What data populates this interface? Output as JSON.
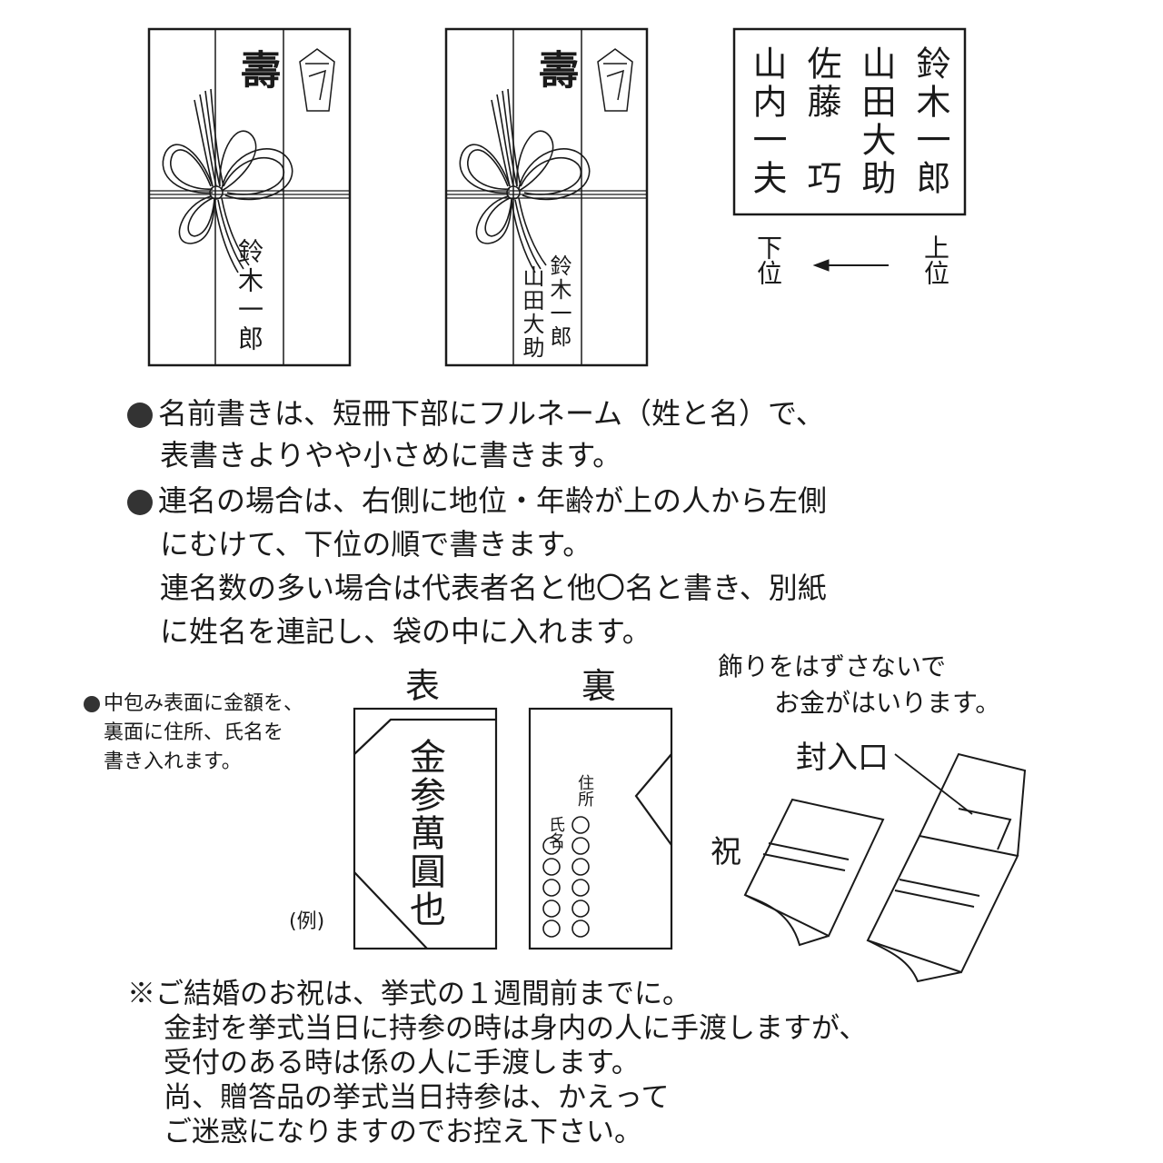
{
  "envelope1": {
    "kotobuki": "壽",
    "name": "鈴木一郎"
  },
  "envelope2": {
    "kotobuki": "壽",
    "names": [
      "鈴木一郎",
      "山田大助"
    ]
  },
  "ranking_box": {
    "columns": [
      "鈴木一郎",
      "山田大助",
      "佐藤　巧",
      "山内一夫"
    ],
    "lower_label": "下位",
    "upper_label": "上位"
  },
  "main_notes": [
    {
      "bullet": true,
      "text": "名前書きは、短冊下部にフルネーム（姓と名）で、"
    },
    {
      "bullet": false,
      "text": "表書きよりやや小さめに書きます。"
    },
    {
      "bullet": true,
      "text": "連名の場合は、右側に地位・年齢が上の人から左側"
    },
    {
      "bullet": false,
      "text": "にむけて、下位の順で書きます。"
    },
    {
      "bullet": false,
      "text": "連名数の多い場合は代表者名と他〇名と書き、別紙"
    },
    {
      "bullet": false,
      "text": "に姓名を連記し、袋の中に入れます。"
    }
  ],
  "inner_note": [
    "中包み表面に金額を、",
    "裏面に住所、氏名を",
    "書き入れます。"
  ],
  "example_label": "(例)",
  "front": {
    "label": "表",
    "amount": "金参萬圓也"
  },
  "back": {
    "label": "裏",
    "address_label": "住所",
    "name_label": "氏名",
    "address_value": "〇〇〇〇〇〇",
    "name_value": "〇〇〇〇〇"
  },
  "insert_note": [
    "飾りをはずさないで",
    "お金がはいります。"
  ],
  "seal_opening": "封入口",
  "iwai": "祝",
  "footer_notes": [
    "※ご結婚のお祝は、挙式の１週間前までに。",
    "金封を挙式当日に持参の時は身内の人に手渡しますが、",
    "受付のある時は係の人に手渡します。",
    "尚、贈答品の挙式当日持参は、かえって",
    "ご迷惑になりますのでお控え下さい。"
  ]
}
